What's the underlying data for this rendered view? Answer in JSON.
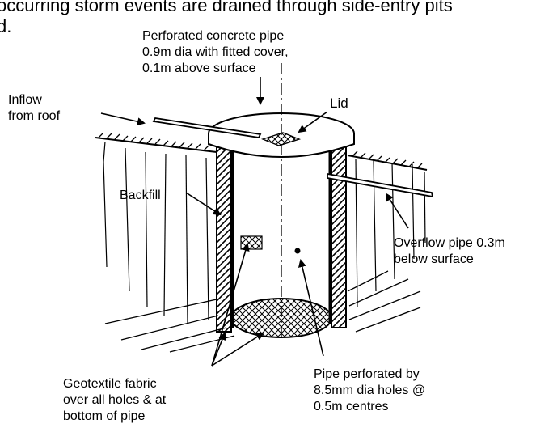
{
  "header_text": {
    "line1": "occurring storm events are drained through side-entry pits",
    "line2": "d."
  },
  "labels": {
    "pipe_line1": "Perforated concrete pipe",
    "pipe_line2": "0.9m dia with fitted cover,",
    "pipe_line3": "0.1m above surface",
    "inflow_line1": "Inflow",
    "inflow_line2": "from roof",
    "lid": "Lid",
    "backfill": "Backfill",
    "overflow_line1": "Overflow pipe 0.3m",
    "overflow_line2": "below surface",
    "geotextile_line1": "Geotextile fabric",
    "geotextile_line2": "over all holes & at",
    "geotextile_line3": "bottom of pipe",
    "perforated_line1": "Pipe perforated by",
    "perforated_line2": "8.5mm dia holes @",
    "perforated_line3": "0.5m centres"
  }
}
